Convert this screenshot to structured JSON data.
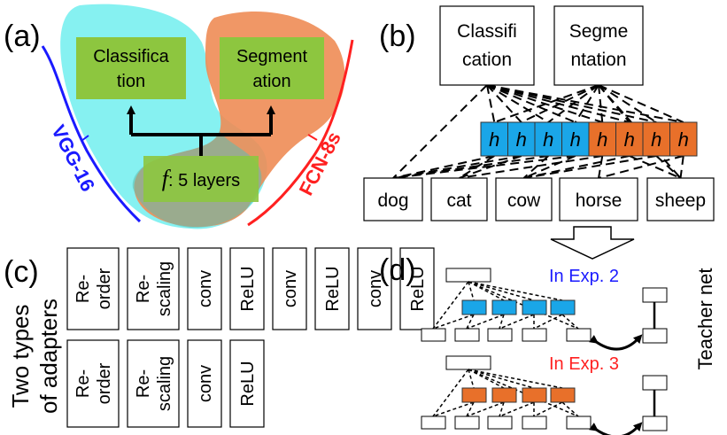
{
  "panels": {
    "a": {
      "label": "(a)",
      "classification": [
        "Classifica",
        "tion"
      ],
      "segmentation": [
        "Segment",
        "ation"
      ],
      "shared_f": "f",
      "shared_rest": ": 5 layers",
      "vgg": "VGG-16",
      "fcn": "FCN-8s",
      "colors": {
        "vgg_region": "#7ff0f0",
        "fcn_region": "#ee8c55",
        "box": "#8dc63f",
        "vgg_line": "#1a1aff",
        "fcn_line": "#ff2020"
      }
    },
    "b": {
      "label": "(b)",
      "tasks": [
        [
          "Classifi",
          "cation"
        ],
        [
          "Segme",
          "ntation"
        ]
      ],
      "h_cells": [
        "h",
        "h",
        "h",
        "h",
        "h",
        "h",
        "h",
        "h"
      ],
      "h_colors": [
        "#1aa6e8",
        "#1aa6e8",
        "#1aa6e8",
        "#1aa6e8",
        "#e8702a",
        "#e8702a",
        "#e8702a",
        "#e8702a"
      ],
      "classes": [
        "dog",
        "cat",
        "cow",
        "horse",
        "sheep"
      ]
    },
    "c": {
      "label": "(c)",
      "side": [
        "Two types",
        "of adapters"
      ],
      "row1": [
        [
          "Re-",
          "order"
        ],
        [
          "Re-",
          "scaling"
        ],
        [
          "conv"
        ],
        [
          "ReLU"
        ],
        [
          "conv"
        ],
        [
          "ReLU"
        ],
        [
          "conv"
        ],
        [
          "ReLU"
        ]
      ],
      "row2": [
        [
          "Re-",
          "order"
        ],
        [
          "Re-",
          "scaling"
        ],
        [
          "conv"
        ],
        [
          "ReLU"
        ]
      ]
    },
    "d": {
      "label": "(d)",
      "exp2": "In Exp. 2",
      "exp3": "In Exp. 3",
      "teacher": "Teacher net",
      "exp2_color": "#1a1aff",
      "exp3_color": "#ff2020"
    }
  }
}
